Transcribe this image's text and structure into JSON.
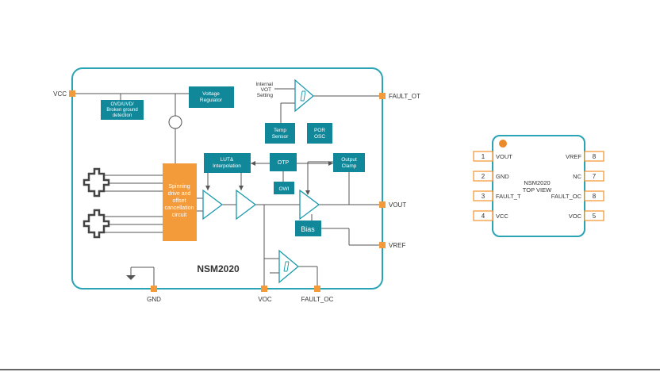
{
  "colors": {
    "teal": "#1a98ad",
    "block": "#11879a",
    "orange": "#f39a3b",
    "outline": "#2aa3b5",
    "wire": "#555555",
    "text": "#333333"
  },
  "block_diagram": {
    "chip_name": "NSM2020",
    "pins": {
      "vcc": "VCC",
      "fault_ot": "FAULT_OT",
      "vout": "VOUT",
      "vref": "VREF",
      "gnd": "GND",
      "voc": "VOC",
      "fault_oc": "FAULT_OC"
    },
    "blocks": {
      "ovd_lines": [
        "OVD/UVD/",
        "Broken ground",
        "detection"
      ],
      "voltage_regulator_lines": [
        "Voltage",
        "Regulator"
      ],
      "internal_vot_lines": [
        "Internal",
        "VOT",
        "Setting"
      ],
      "temp_sensor_lines": [
        "Temp",
        "Sensor"
      ],
      "por_osc_lines": [
        "POR",
        "OSC"
      ],
      "lut_lines": [
        "LUT&",
        "Interpolation"
      ],
      "otp": "OTP",
      "owi": "OWI",
      "output_clamp_lines": [
        "Output",
        "Clamp"
      ],
      "bias": "Bias",
      "spinning_lines": [
        "Spinning",
        "drive and",
        "offset",
        "cancellation",
        "circuit"
      ]
    }
  },
  "package": {
    "name": "NSM2020",
    "view": "TOP VIEW",
    "left_pins": [
      {
        "num": "1",
        "label": "VOUT"
      },
      {
        "num": "2",
        "label": "GND"
      },
      {
        "num": "3",
        "label": "FAULT_T"
      },
      {
        "num": "4",
        "label": "VCC"
      }
    ],
    "right_pins": [
      {
        "num": "8",
        "label": "VREF"
      },
      {
        "num": "7",
        "label": "NC"
      },
      {
        "num": "8",
        "label": "FAULT_OC"
      },
      {
        "num": "5",
        "label": "VOC"
      }
    ]
  }
}
